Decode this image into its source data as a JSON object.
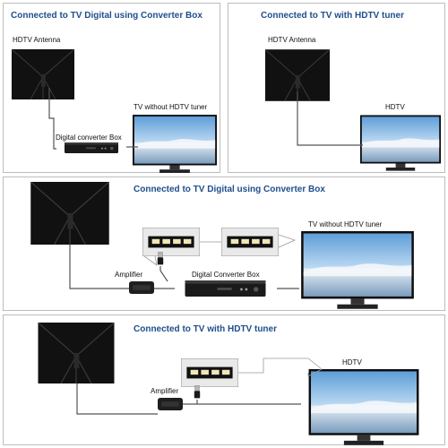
{
  "colors": {
    "title": "#1f4e8c",
    "border": "#bcbcbc",
    "antenna": "#111111",
    "cable": "#555555",
    "device": "#1a1a1a"
  },
  "panels": [
    {
      "title": "Connected to TV Digital using Converter Box",
      "labels": {
        "antenna": "HDTV Antenna",
        "tv": "TV without HDTV tuner",
        "box": "Digital converter Box"
      }
    },
    {
      "title": "Connected to TV with HDTV tuner",
      "labels": {
        "antenna": "HDTV Antenna",
        "tv": "HDTV"
      }
    },
    {
      "title": "Connected to TV Digital using Converter Box",
      "labels": {
        "tv": "TV without HDTV tuner",
        "amplifier": "Amplifier",
        "box": "Digital Converter Box"
      }
    },
    {
      "title": "Connected to TV with HDTV tuner",
      "labels": {
        "tv": "HDTV",
        "amplifier": "Amplifier"
      }
    }
  ],
  "icons": [
    "hdtv-antenna-icon",
    "tv-icon",
    "converter-box-icon",
    "amplifier-icon",
    "usb-plug-icon",
    "usb-port-icon"
  ]
}
